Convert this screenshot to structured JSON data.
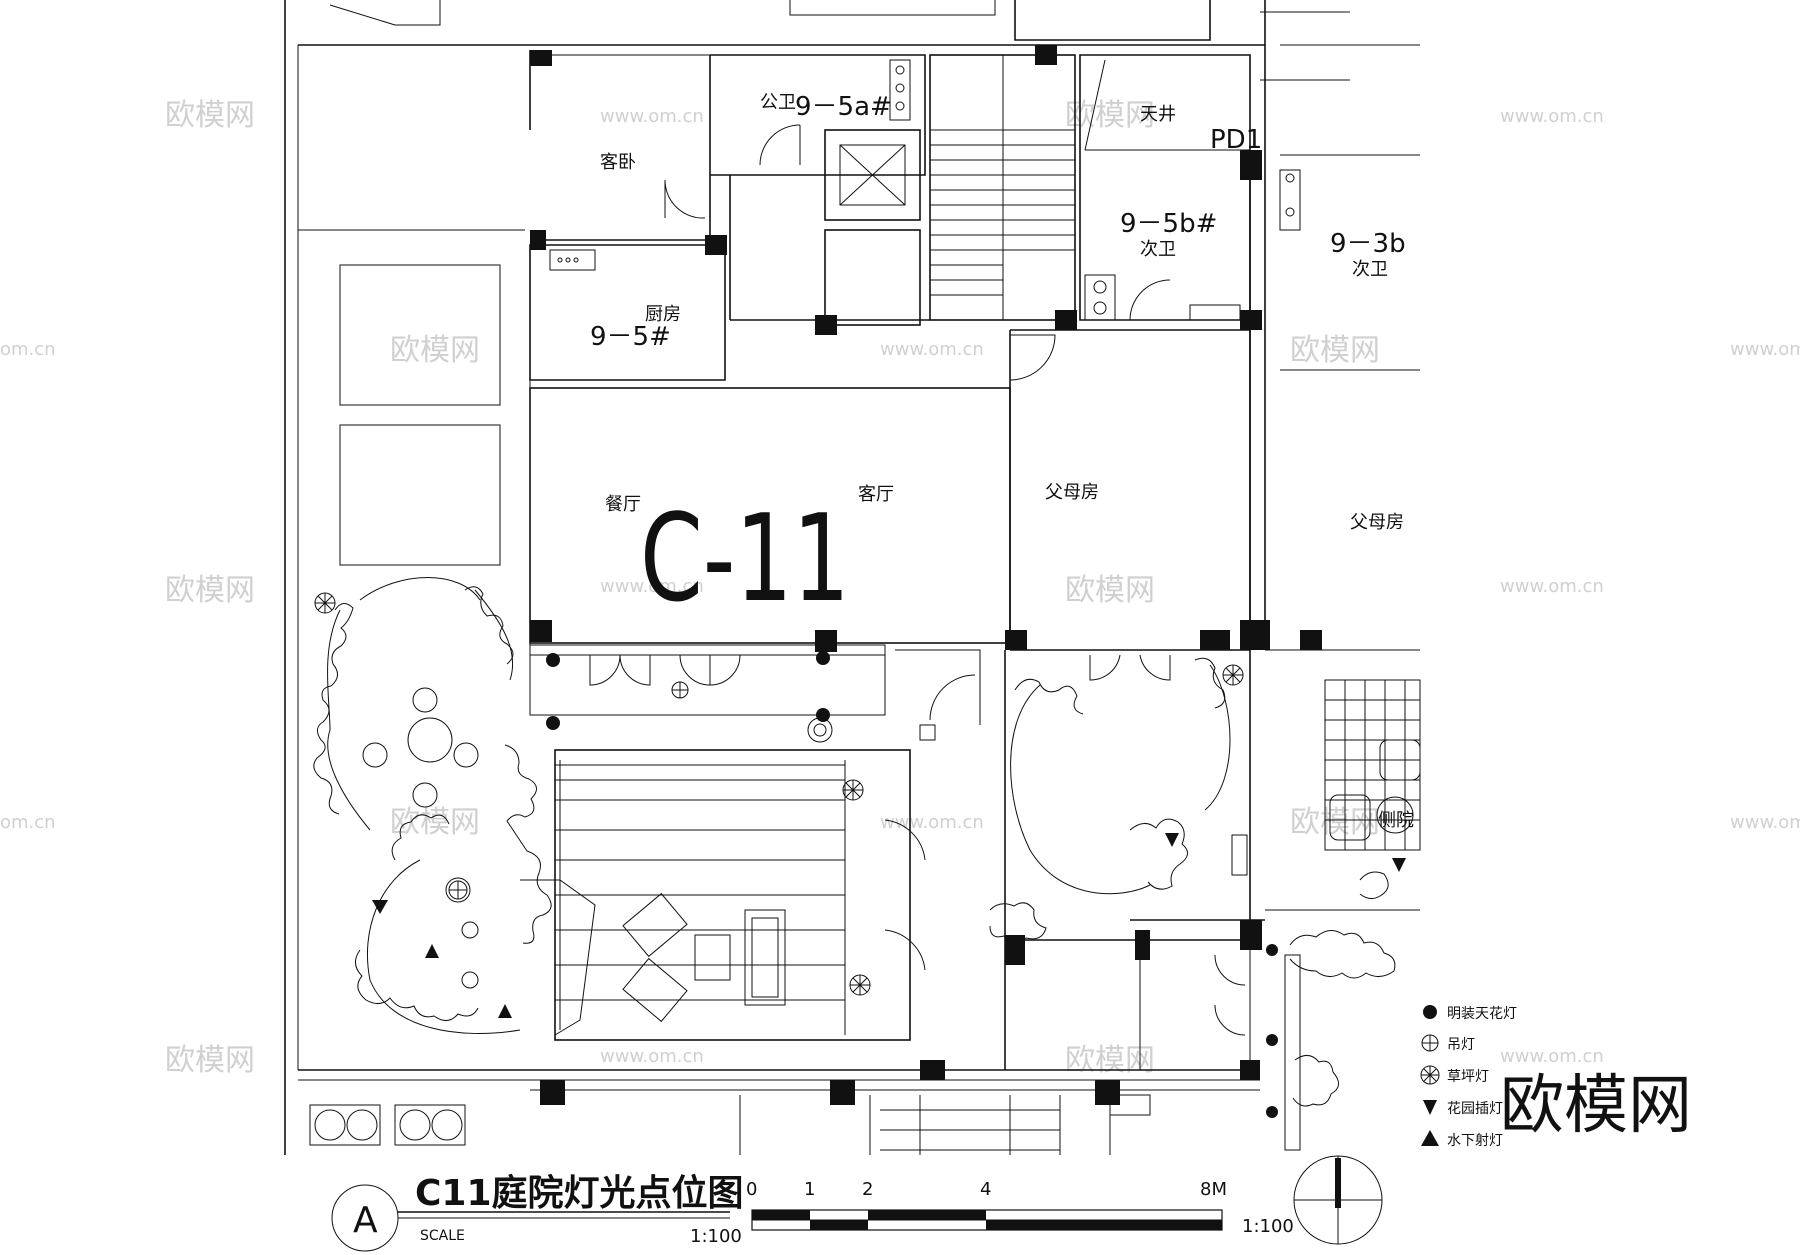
{
  "sheet": {
    "main_label": "C-11",
    "title": "C11庭院灯光点位图",
    "marker_letter": "A",
    "scale_word": "SCALE",
    "scale_ratio": "1:100",
    "scalebar_ticks": [
      "0",
      "1",
      "2",
      "4",
      "8M"
    ],
    "scalebar_ratio": "1:100"
  },
  "rooms": {
    "guest_bed": "客卧",
    "public_wc": "公卫",
    "unit_a": "9－5a#",
    "skywell": "天井",
    "pipe": "PD1",
    "unit_b": "9－5b#",
    "second_wc": "次卫",
    "unit_b3": "9－3b",
    "second_wc_2": "次卫",
    "kitchen": "厨房",
    "unit_main": "9－5#",
    "dining": "餐厅",
    "living": "客厅",
    "parents": "父母房",
    "parents_2": "父母房",
    "side_yard": "侧院"
  },
  "legend": {
    "items": [
      {
        "symbol": "filled-circle",
        "label": "明装天花灯"
      },
      {
        "symbol": "circle-cross",
        "label": "吊灯"
      },
      {
        "symbol": "asterisk-circle",
        "label": "草坪灯"
      },
      {
        "symbol": "triangle-down",
        "label": "花园插灯"
      },
      {
        "symbol": "triangle-up",
        "label": "水下射灯"
      }
    ]
  },
  "watermark": {
    "brand": "欧模网",
    "site": "www.om.cn",
    "site_short": "om.cn",
    "brand_large": "欧模网"
  },
  "colors": {
    "line": "#111111",
    "watermark": "#d0d0d0"
  }
}
